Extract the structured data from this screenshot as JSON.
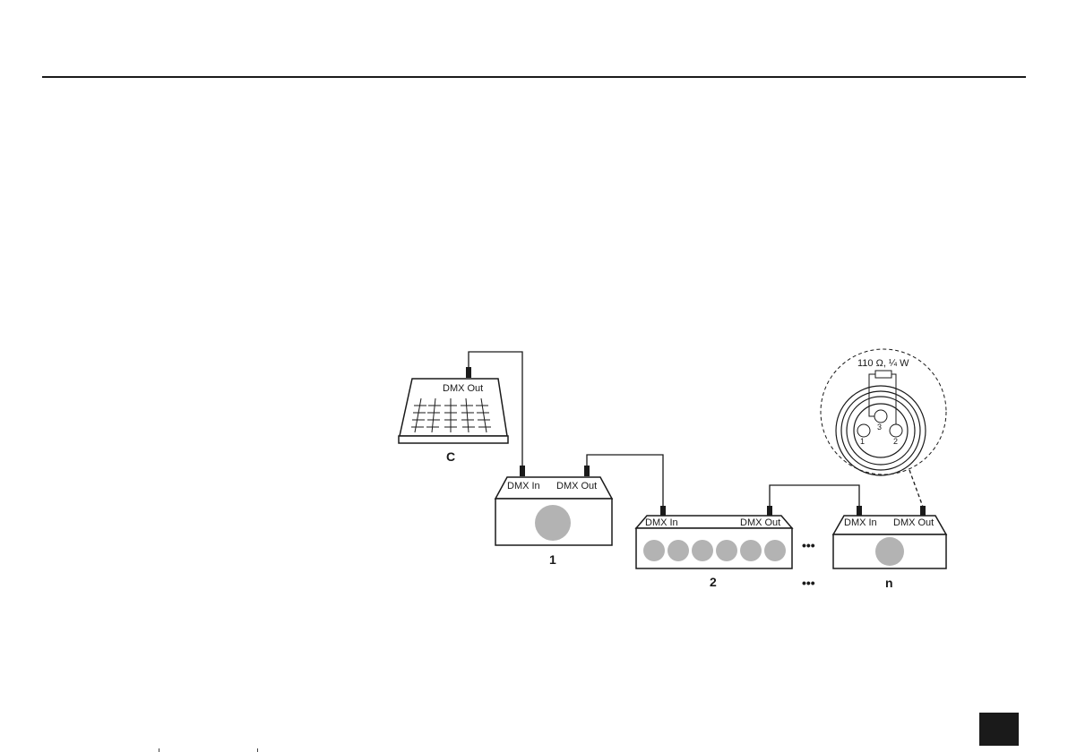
{
  "diagram": {
    "controller": {
      "out_label": "DMX Out",
      "id_label": "C"
    },
    "device1": {
      "in_label": "DMX In",
      "out_label": "DMX Out",
      "id_label": "1"
    },
    "device2": {
      "in_label": "DMX In",
      "out_label": "DMX Out",
      "id_label": "2"
    },
    "deviceN": {
      "in_label": "DMX In",
      "out_label": "DMX Out",
      "id_label": "n"
    },
    "ellipsis": "•••",
    "terminator": {
      "resistor_label": "110 Ω, ¼ W",
      "pins": [
        "1",
        "2",
        "3"
      ]
    }
  },
  "colors": {
    "lines": "#1a1a1a",
    "lamp": "#b3b3b3",
    "connector": "#1a1a1a"
  }
}
